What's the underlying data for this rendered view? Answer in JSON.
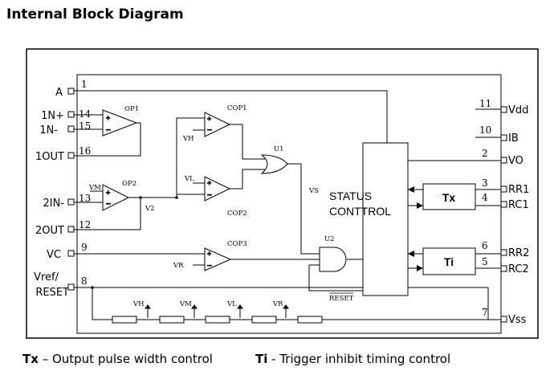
{
  "title": "Internal Block Diagram",
  "pins_left": [
    {
      "label": "A",
      "num": "1"
    },
    {
      "label": "1N+",
      "num": "14"
    },
    {
      "label": "1N-",
      "num": "15"
    },
    {
      "label": "1OUT",
      "num": "16"
    },
    {
      "label": "2IN-",
      "num": "13"
    },
    {
      "label": "2OUT",
      "num": "12"
    },
    {
      "label": "VC",
      "num": "9"
    },
    {
      "label": "Vref/",
      "label2": "RESET",
      "num": "8"
    }
  ],
  "pins_right": [
    {
      "label": "Vdd",
      "num": "11"
    },
    {
      "label": "IB",
      "num": "10"
    },
    {
      "label": "VO",
      "num": "2"
    },
    {
      "label": "RR1",
      "num": "3"
    },
    {
      "label": "RC1",
      "num": "4"
    },
    {
      "label": "RR2",
      "num": "6"
    },
    {
      "label": "RC2",
      "num": "5"
    },
    {
      "label": "Vss",
      "num": "7"
    }
  ],
  "components": {
    "op1": "OP1",
    "op2": "OP2",
    "cop1": "COP1",
    "cop2": "COP2",
    "cop3": "COP3",
    "u1": "U1",
    "u2": "U2"
  },
  "signals": {
    "vh": "VH",
    "vl": "VL",
    "vm": "VM",
    "vr": "VR",
    "v2": "V2",
    "vs": "VS",
    "reset": "RESET"
  },
  "blocks": {
    "status_line1": "STATUS",
    "status_line2": "CONTTROL",
    "tx": "Tx",
    "ti": "Ti"
  },
  "ladder_taps": [
    "VH",
    "VM",
    "VL",
    "VR"
  ],
  "legend": {
    "tx_term": "Tx",
    "tx_desc": " – Output pulse width control",
    "ti_term": "Ti",
    "ti_desc": "  - Trigger inhibit timing control"
  }
}
